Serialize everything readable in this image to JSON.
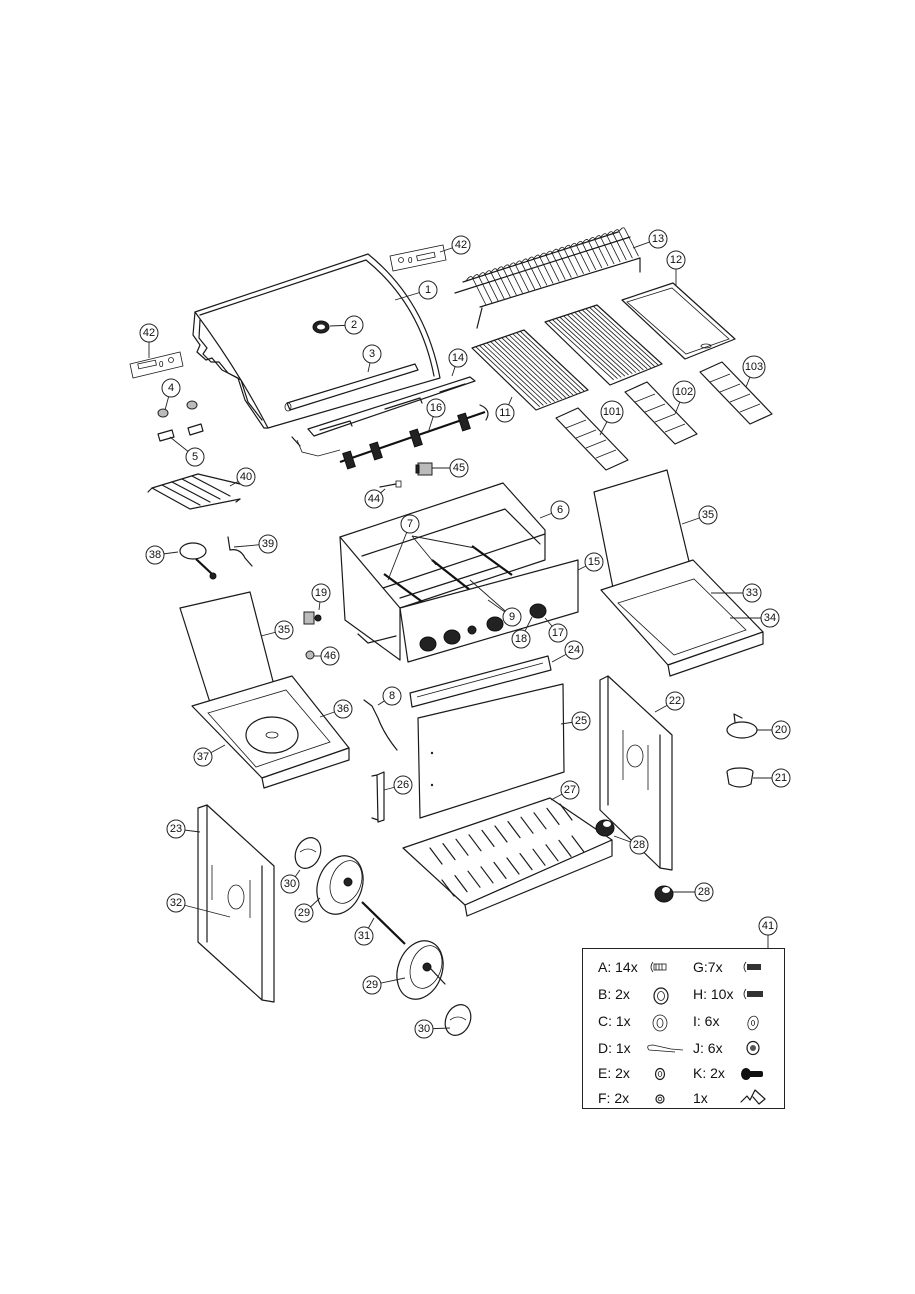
{
  "title": "Gas grill exploded parts diagram",
  "callouts": [
    {
      "id": "1",
      "label": "1"
    },
    {
      "id": "2",
      "label": "2"
    },
    {
      "id": "3",
      "label": "3"
    },
    {
      "id": "4",
      "label": "4"
    },
    {
      "id": "5",
      "label": "5"
    },
    {
      "id": "6",
      "label": "6"
    },
    {
      "id": "7",
      "label": "7"
    },
    {
      "id": "8",
      "label": "8"
    },
    {
      "id": "9",
      "label": "9"
    },
    {
      "id": "11",
      "label": "11"
    },
    {
      "id": "12",
      "label": "12"
    },
    {
      "id": "13",
      "label": "13"
    },
    {
      "id": "14",
      "label": "14"
    },
    {
      "id": "15",
      "label": "15"
    },
    {
      "id": "16",
      "label": "16"
    },
    {
      "id": "17",
      "label": "17"
    },
    {
      "id": "18",
      "label": "18"
    },
    {
      "id": "19",
      "label": "19"
    },
    {
      "id": "20",
      "label": "20"
    },
    {
      "id": "21",
      "label": "21"
    },
    {
      "id": "22",
      "label": "22"
    },
    {
      "id": "23",
      "label": "23"
    },
    {
      "id": "24",
      "label": "24"
    },
    {
      "id": "25",
      "label": "25"
    },
    {
      "id": "26",
      "label": "26"
    },
    {
      "id": "27",
      "label": "27"
    },
    {
      "id": "28a",
      "label": "28"
    },
    {
      "id": "28b",
      "label": "28"
    },
    {
      "id": "29a",
      "label": "29"
    },
    {
      "id": "29b",
      "label": "29"
    },
    {
      "id": "30a",
      "label": "30"
    },
    {
      "id": "30b",
      "label": "30"
    },
    {
      "id": "31",
      "label": "31"
    },
    {
      "id": "32",
      "label": "32"
    },
    {
      "id": "33",
      "label": "33"
    },
    {
      "id": "34",
      "label": "34"
    },
    {
      "id": "35a",
      "label": "35"
    },
    {
      "id": "35b",
      "label": "35"
    },
    {
      "id": "36",
      "label": "36"
    },
    {
      "id": "37",
      "label": "37"
    },
    {
      "id": "38",
      "label": "38"
    },
    {
      "id": "39",
      "label": "39"
    },
    {
      "id": "40",
      "label": "40"
    },
    {
      "id": "41",
      "label": "41"
    },
    {
      "id": "42a",
      "label": "42"
    },
    {
      "id": "42b",
      "label": "42"
    },
    {
      "id": "44",
      "label": "44"
    },
    {
      "id": "45",
      "label": "45"
    },
    {
      "id": "46",
      "label": "46"
    },
    {
      "id": "101",
      "label": "101"
    },
    {
      "id": "102",
      "label": "102"
    },
    {
      "id": "103",
      "label": "103"
    }
  ],
  "hardware_kit": {
    "label": "41",
    "items": [
      {
        "code": "A:",
        "qty": "14x",
        "icon": "screw-icon"
      },
      {
        "code": "B:",
        "qty": "2x",
        "icon": "thick-washer-icon"
      },
      {
        "code": "C:",
        "qty": "1x",
        "icon": "washer-icon"
      },
      {
        "code": "D:",
        "qty": "1x",
        "icon": "cotter-pin-icon"
      },
      {
        "code": "E:",
        "qty": "2x",
        "icon": "small-washer-icon"
      },
      {
        "code": "F:",
        "qty": "2x",
        "icon": "nut-icon"
      },
      {
        "code": "G:",
        "qty": "7x",
        "icon": "bolt-icon"
      },
      {
        "code": "H:",
        "qty": "10x",
        "icon": "long-bolt-icon"
      },
      {
        "code": "I:",
        "qty": "6x",
        "icon": "flat-washer-icon"
      },
      {
        "code": "J:",
        "qty": "6x",
        "icon": "flange-nut-icon"
      },
      {
        "code": "K:",
        "qty": "2x",
        "icon": "thumb-screw-icon"
      },
      {
        "code": "",
        "qty": "1x",
        "icon": "wrench-icon"
      }
    ]
  }
}
